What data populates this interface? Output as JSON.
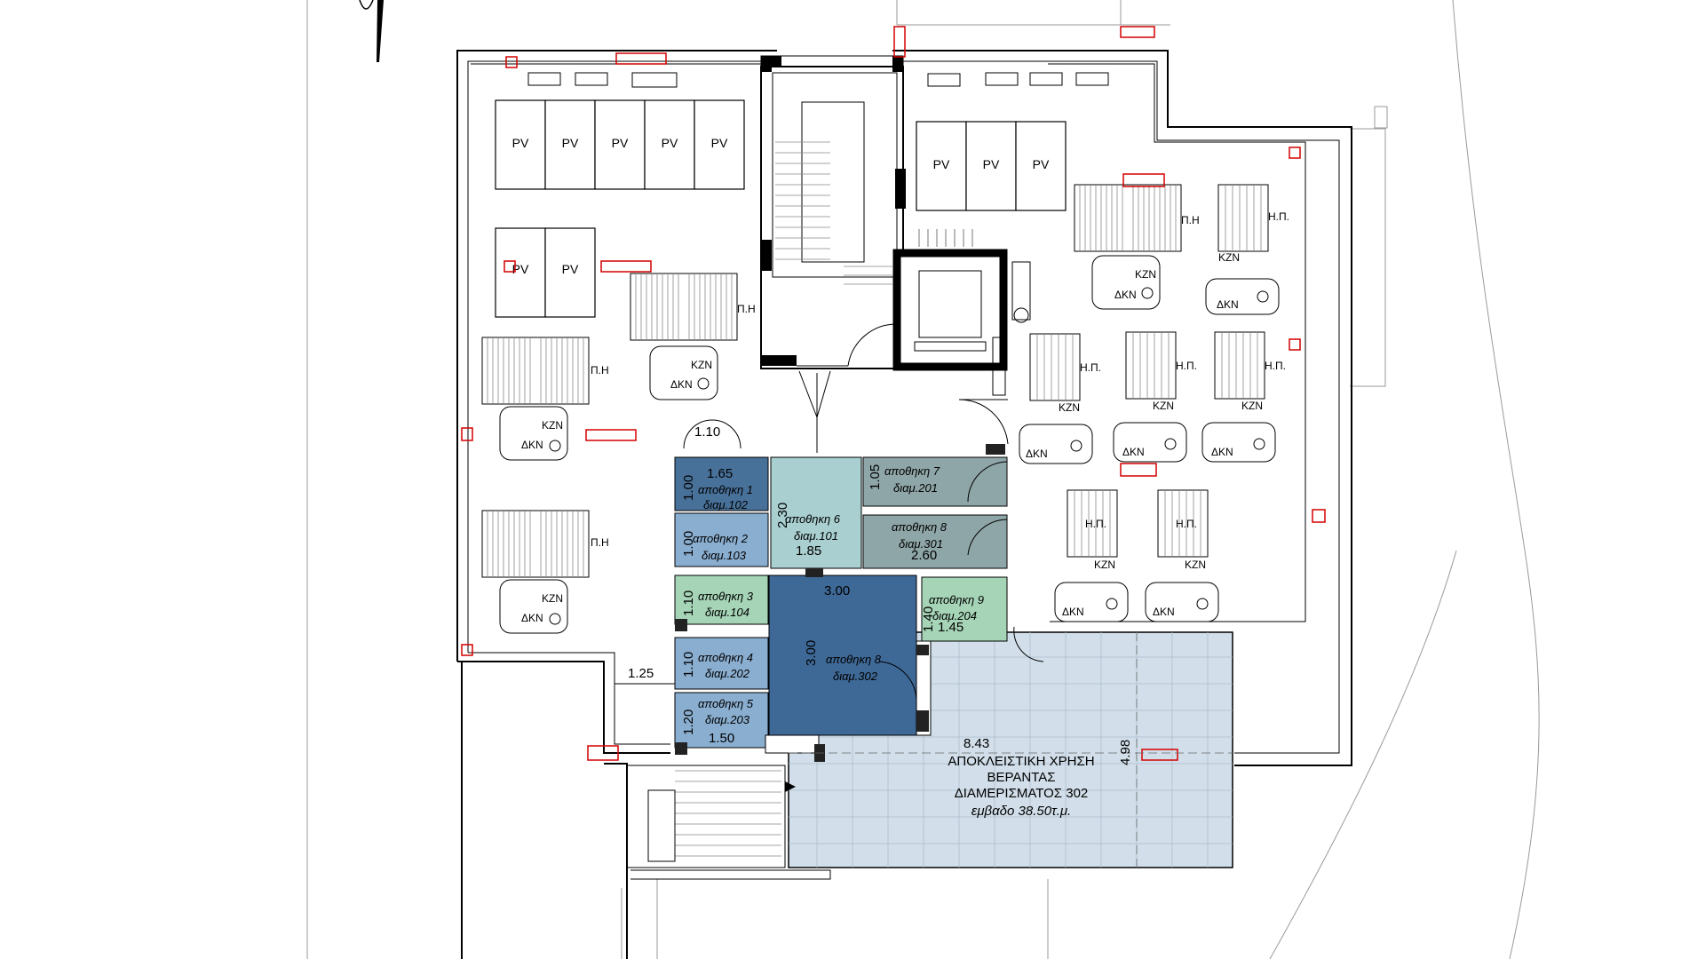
{
  "pv_label": "PV",
  "unit_labels": {
    "hp": "Η.Π.",
    "ph": "Π.Η",
    "kzn": "KZN",
    "dkn": "ΔΚΝ"
  },
  "storage": [
    {
      "name": "αποθηκη 1",
      "unit": "διαμ.102"
    },
    {
      "name": "αποθηκη 2",
      "unit": "διαμ.103"
    },
    {
      "name": "αποθηκη 3",
      "unit": "διαμ.104"
    },
    {
      "name": "αποθηκη 4",
      "unit": "διαμ.202"
    },
    {
      "name": "αποθηκη 5",
      "unit": "διαμ.203"
    },
    {
      "name": "αποθηκη 6",
      "unit": "διαμ.101"
    },
    {
      "name": "αποθηκη 7",
      "unit": "διαμ.201"
    },
    {
      "name": "αποθηκη 8",
      "unit": "διαμ.301"
    },
    {
      "name": "αποθηκη 8",
      "unit": "διαμ.302"
    },
    {
      "name": "αποθηκη 9",
      "unit": "διαμ.204"
    }
  ],
  "dimensions": {
    "d110_top": "1.10",
    "d165": "1.65",
    "d100a": "1.00",
    "d100b": "1.00",
    "d110b": "1.10",
    "d110c": "1.10",
    "d120": "1.20",
    "d150": "1.50",
    "d230": "2.30",
    "d185": "1.85",
    "d105": "1.05",
    "d260": "2.60",
    "d300h": "3.00",
    "d300v": "3.00",
    "d140": "1.40",
    "d145": "1.45",
    "d125": "1.25",
    "d843": "8.43",
    "d498": "4.98"
  },
  "veranda": {
    "line1": "ΑΠΟΚΛΕΙΣΤΙΚΗ ΧΡΗΣΗ",
    "line2": "ΒΕΡΑΝΤΑΣ",
    "line3": "ΔΙΑΜΕΡΙΣΜΑΤΟΣ  302",
    "area": "εμβαδο  38.50τ.μ."
  },
  "colors": {
    "dark_blue": "#48719a",
    "mid_blue": "#8aaed0",
    "light_teal": "#a9cfd1",
    "grey_teal": "#8fa6a8",
    "light_green": "#a6d4b7",
    "veranda": "#d2dfea",
    "deep_blue": "#3e6896"
  }
}
